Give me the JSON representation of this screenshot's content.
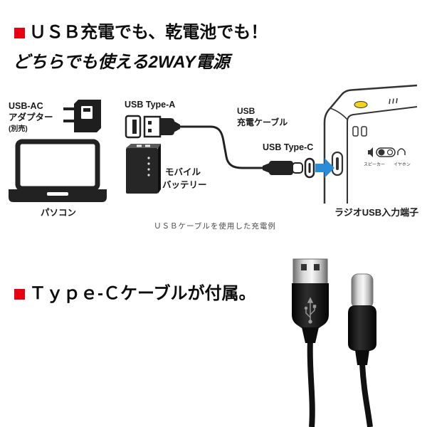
{
  "headline": {
    "line1": "ＵＳＢ充電でも、乾電池でも！",
    "line2": "どちらでも使える2WAY電源"
  },
  "diagram": {
    "adapter": {
      "line1": "USB-AC",
      "line2": "アダプター",
      "line3": "(別売)"
    },
    "laptop_label": "パソコン",
    "usb_a_label": "USB Type-A",
    "battery": {
      "line1": "モバイル",
      "line2": "バッテリー"
    },
    "cable": {
      "line1": "USB",
      "line2": "充電ケーブル"
    },
    "usb_c_label": "USB Type-C",
    "radio": {
      "port_label": "ラジオUSB入力端子",
      "switch_speaker": "スピーカー",
      "switch_earphone": "イヤホン"
    },
    "caption": "ＵＳＢケーブルを使用した充電例"
  },
  "accessory": {
    "heading": "Ｔｙｐｅ-Ｃケーブルが付属。"
  },
  "colors": {
    "marker": "#e60012",
    "arrow": "#2a8bd6",
    "indicator": "#f3d21c"
  },
  "icons": [
    "red-square-marker-icon",
    "usb-ac-adapter-icon",
    "laptop-icon",
    "usb-a-port-icon",
    "usb-a-plug-icon",
    "mobile-battery-icon",
    "usb-c-plug-icon",
    "usb-c-port-icon",
    "arrow-right-icon",
    "radio-device-icon",
    "speaker-icon",
    "headphone-icon",
    "usb-a-connector-icon",
    "usb-c-connector-icon",
    "usb-logo-icon"
  ]
}
